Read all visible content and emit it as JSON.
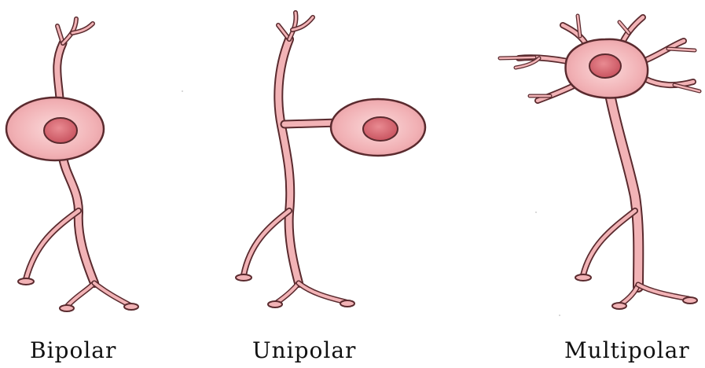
{
  "labels": {
    "bipolar": "Bipolar",
    "unipolar": "Unipolar",
    "multipolar": "Multipolar"
  },
  "colors": {
    "fill": "#f2b3b6",
    "outline": "#5a2a2e",
    "nucleus": "#d96f78",
    "text": "#111111"
  }
}
